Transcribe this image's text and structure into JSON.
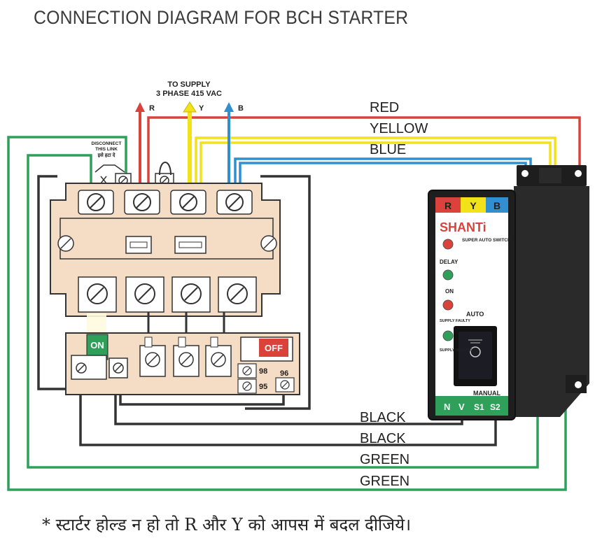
{
  "title": "CONNECTION DIAGRAM FOR BCH STARTER",
  "supply": {
    "line1": "TO SUPPLY",
    "line2": "3 PHASE 415 VAC",
    "phase_r": "R",
    "phase_y": "Y",
    "phase_b": "B"
  },
  "link": {
    "line1": "DISCONNECT",
    "line2": "THIS LINK",
    "line3": "इसे हटा दे"
  },
  "wires": {
    "red": "RED",
    "yellow": "YELLOW",
    "blue": "BLUE",
    "black_1": "BLACK",
    "black_2": "BLACK",
    "green_1": "GREEN",
    "green_2": "GREEN"
  },
  "starter": {
    "on_label": "ON",
    "off_label": "OFF",
    "t98": "98",
    "t96": "96",
    "t95": "95"
  },
  "device": {
    "r": "R",
    "y": "Y",
    "b": "B",
    "brand": "SHANTi",
    "subtitle": "SUPER AUTO SWITCH",
    "delay": "DELAY",
    "on": "ON",
    "auto": "AUTO",
    "supply_fault": "SUPPLY FAULTY",
    "supply_health": "SUPPLY HEALTHY",
    "manual": "MANUAL",
    "term_n": "N",
    "term_v": "V",
    "term_s1": "S1",
    "term_s2": "S2"
  },
  "footer": "* स्टार्टर होल्ड न हो तो R और Y को आपस में बदल दीजिये।",
  "colors": {
    "red": "#d9433b",
    "yellow": "#f2e21a",
    "blue": "#2f8fd0",
    "green": "#2fa05a",
    "black": "#333333",
    "starter_body": "#f5dcc4",
    "device_body": "#1e1e1e"
  }
}
